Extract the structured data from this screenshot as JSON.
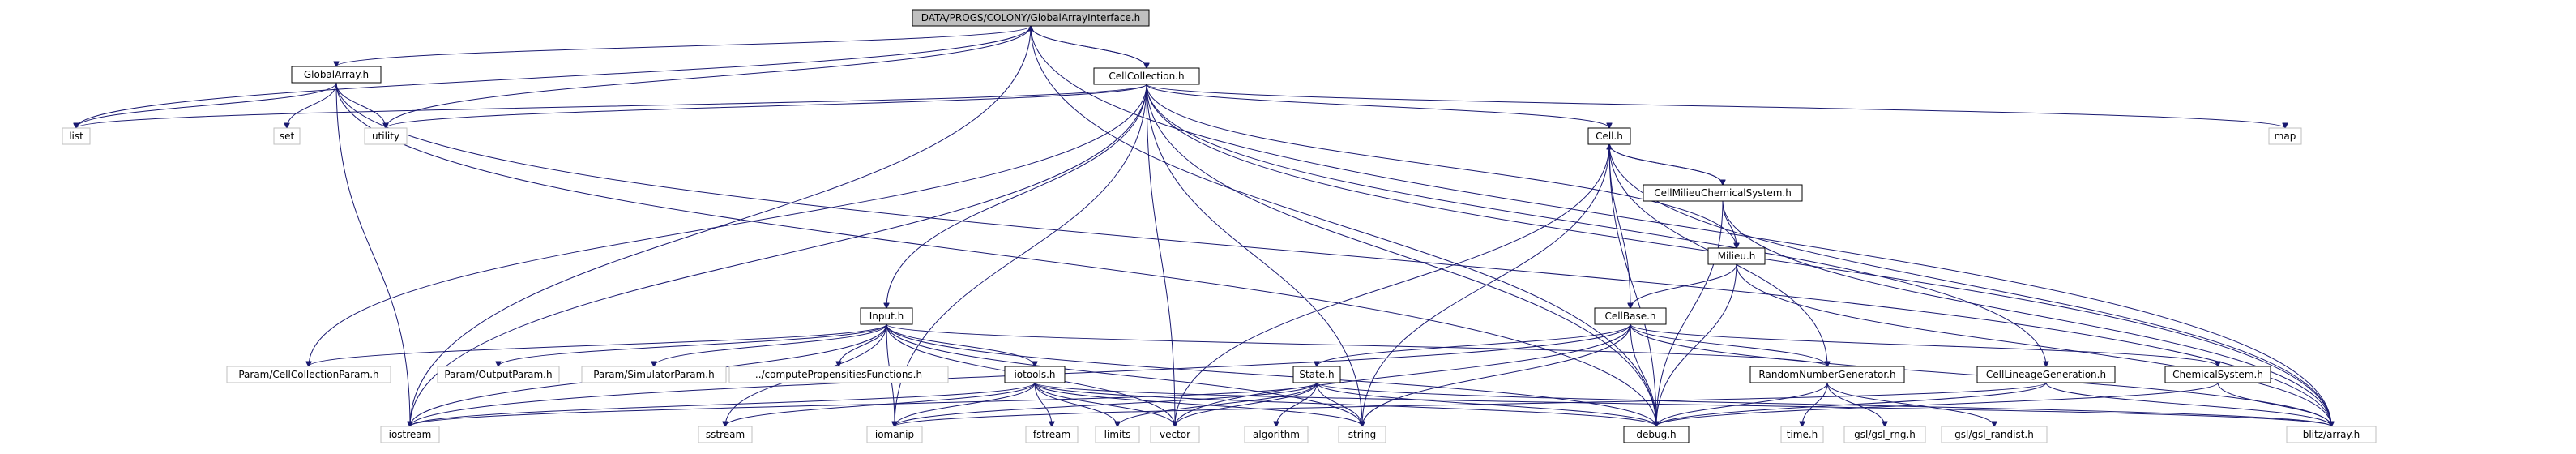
{
  "diagram": {
    "type": "include-dependency-graph",
    "colors": {
      "edge": "#191970",
      "root_fill": "#bfbfbf",
      "root_border": "#000000",
      "node_border": "#000000",
      "external_border": "#bfbfbf"
    },
    "nodes": [
      {
        "id": "root",
        "label": "DATA/PROGS/COLONY/GlobalArrayInterface.h",
        "kind": "root"
      },
      {
        "id": "globalarray",
        "label": "GlobalArray.h",
        "kind": "internal"
      },
      {
        "id": "cellcollection",
        "label": "CellCollection.h",
        "kind": "internal"
      },
      {
        "id": "list",
        "label": "list",
        "kind": "external"
      },
      {
        "id": "set",
        "label": "set",
        "kind": "external"
      },
      {
        "id": "utility",
        "label": "utility",
        "kind": "external"
      },
      {
        "id": "map",
        "label": "map",
        "kind": "external"
      },
      {
        "id": "cell",
        "label": "Cell.h",
        "kind": "internal"
      },
      {
        "id": "cmcs",
        "label": "CellMilieuChemicalSystem.h",
        "kind": "internal"
      },
      {
        "id": "milieu",
        "label": "Milieu.h",
        "kind": "internal"
      },
      {
        "id": "cellbase",
        "label": "CellBase.h",
        "kind": "internal"
      },
      {
        "id": "input",
        "label": "Input.h",
        "kind": "internal"
      },
      {
        "id": "pccp",
        "label": "Param/CellCollectionParam.h",
        "kind": "external"
      },
      {
        "id": "pop",
        "label": "Param/OutputParam.h",
        "kind": "external"
      },
      {
        "id": "psp",
        "label": "Param/SimulatorParam.h",
        "kind": "external"
      },
      {
        "id": "cpf",
        "label": "../computePropensitiesFunctions.h",
        "kind": "external"
      },
      {
        "id": "iotools",
        "label": "iotools.h",
        "kind": "internal"
      },
      {
        "id": "state",
        "label": "State.h",
        "kind": "internal"
      },
      {
        "id": "rng",
        "label": "RandomNumberGenerator.h",
        "kind": "internal"
      },
      {
        "id": "clg",
        "label": "CellLineageGeneration.h",
        "kind": "internal"
      },
      {
        "id": "chem",
        "label": "ChemicalSystem.h",
        "kind": "internal"
      },
      {
        "id": "iostream",
        "label": "iostream",
        "kind": "external"
      },
      {
        "id": "sstream",
        "label": "sstream",
        "kind": "external"
      },
      {
        "id": "iomanip",
        "label": "iomanip",
        "kind": "external"
      },
      {
        "id": "fstream",
        "label": "fstream",
        "kind": "external"
      },
      {
        "id": "limits",
        "label": "limits",
        "kind": "external"
      },
      {
        "id": "vector",
        "label": "vector",
        "kind": "external"
      },
      {
        "id": "algorithm",
        "label": "algorithm",
        "kind": "external"
      },
      {
        "id": "string",
        "label": "string",
        "kind": "external"
      },
      {
        "id": "debug",
        "label": "debug.h",
        "kind": "internal"
      },
      {
        "id": "time",
        "label": "time.h",
        "kind": "external"
      },
      {
        "id": "gslrng",
        "label": "gsl/gsl_rng.h",
        "kind": "external"
      },
      {
        "id": "gslrandist",
        "label": "gsl/gsl_randist.h",
        "kind": "external"
      },
      {
        "id": "blitz",
        "label": "blitz/array.h",
        "kind": "external"
      }
    ],
    "edges": [
      [
        "root",
        "globalarray"
      ],
      [
        "root",
        "cellcollection"
      ],
      [
        "root",
        "list"
      ],
      [
        "root",
        "utility"
      ],
      [
        "root",
        "iostream"
      ],
      [
        "root",
        "debug"
      ],
      [
        "root",
        "blitz"
      ],
      [
        "globalarray",
        "list"
      ],
      [
        "globalarray",
        "set"
      ],
      [
        "globalarray",
        "utility"
      ],
      [
        "globalarray",
        "iostream"
      ],
      [
        "globalarray",
        "debug"
      ],
      [
        "globalarray",
        "blitz"
      ],
      [
        "cellcollection",
        "root"
      ],
      [
        "cellcollection",
        "list"
      ],
      [
        "cellcollection",
        "utility"
      ],
      [
        "cellcollection",
        "map"
      ],
      [
        "cellcollection",
        "cell"
      ],
      [
        "cellcollection",
        "input"
      ],
      [
        "cellcollection",
        "pccp"
      ],
      [
        "cellcollection",
        "iostream"
      ],
      [
        "cellcollection",
        "iomanip"
      ],
      [
        "cellcollection",
        "vector"
      ],
      [
        "cellcollection",
        "string"
      ],
      [
        "cellcollection",
        "debug"
      ],
      [
        "cellcollection",
        "blitz"
      ],
      [
        "cellcollection",
        "clg"
      ],
      [
        "cellcollection",
        "milieu"
      ],
      [
        "cell",
        "cmcs"
      ],
      [
        "cell",
        "cellbase"
      ],
      [
        "cell",
        "rng"
      ],
      [
        "cell",
        "vector"
      ],
      [
        "cell",
        "string"
      ],
      [
        "cell",
        "debug"
      ],
      [
        "cell",
        "blitz"
      ],
      [
        "cmcs",
        "cell"
      ],
      [
        "cmcs",
        "milieu"
      ],
      [
        "cmcs",
        "debug"
      ],
      [
        "cmcs",
        "blitz"
      ],
      [
        "milieu",
        "cellbase"
      ],
      [
        "milieu",
        "debug"
      ],
      [
        "milieu",
        "blitz"
      ],
      [
        "cellbase",
        "state"
      ],
      [
        "cellbase",
        "rng"
      ],
      [
        "cellbase",
        "chem"
      ],
      [
        "cellbase",
        "iostream"
      ],
      [
        "cellbase",
        "vector"
      ],
      [
        "cellbase",
        "string"
      ],
      [
        "cellbase",
        "debug"
      ],
      [
        "cellbase",
        "blitz"
      ],
      [
        "input",
        "pccp"
      ],
      [
        "input",
        "pop"
      ],
      [
        "input",
        "psp"
      ],
      [
        "input",
        "cpf"
      ],
      [
        "input",
        "iotools"
      ],
      [
        "input",
        "rng"
      ],
      [
        "input",
        "iostream"
      ],
      [
        "input",
        "sstream"
      ],
      [
        "input",
        "iomanip"
      ],
      [
        "input",
        "vector"
      ],
      [
        "input",
        "string"
      ],
      [
        "input",
        "debug"
      ],
      [
        "iotools",
        "iostream"
      ],
      [
        "iotools",
        "sstream"
      ],
      [
        "iotools",
        "iomanip"
      ],
      [
        "iotools",
        "fstream"
      ],
      [
        "iotools",
        "limits"
      ],
      [
        "iotools",
        "vector"
      ],
      [
        "iotools",
        "string"
      ],
      [
        "iotools",
        "debug"
      ],
      [
        "iotools",
        "blitz"
      ],
      [
        "state",
        "iostream"
      ],
      [
        "state",
        "iomanip"
      ],
      [
        "state",
        "limits"
      ],
      [
        "state",
        "vector"
      ],
      [
        "state",
        "algorithm"
      ],
      [
        "state",
        "string"
      ],
      [
        "state",
        "debug"
      ],
      [
        "state",
        "blitz"
      ],
      [
        "rng",
        "debug"
      ],
      [
        "rng",
        "time"
      ],
      [
        "rng",
        "gslrng"
      ],
      [
        "rng",
        "gslrandist"
      ],
      [
        "clg",
        "iomanip"
      ],
      [
        "clg",
        "debug"
      ],
      [
        "clg",
        "blitz"
      ],
      [
        "chem",
        "debug"
      ],
      [
        "chem",
        "blitz"
      ]
    ]
  }
}
